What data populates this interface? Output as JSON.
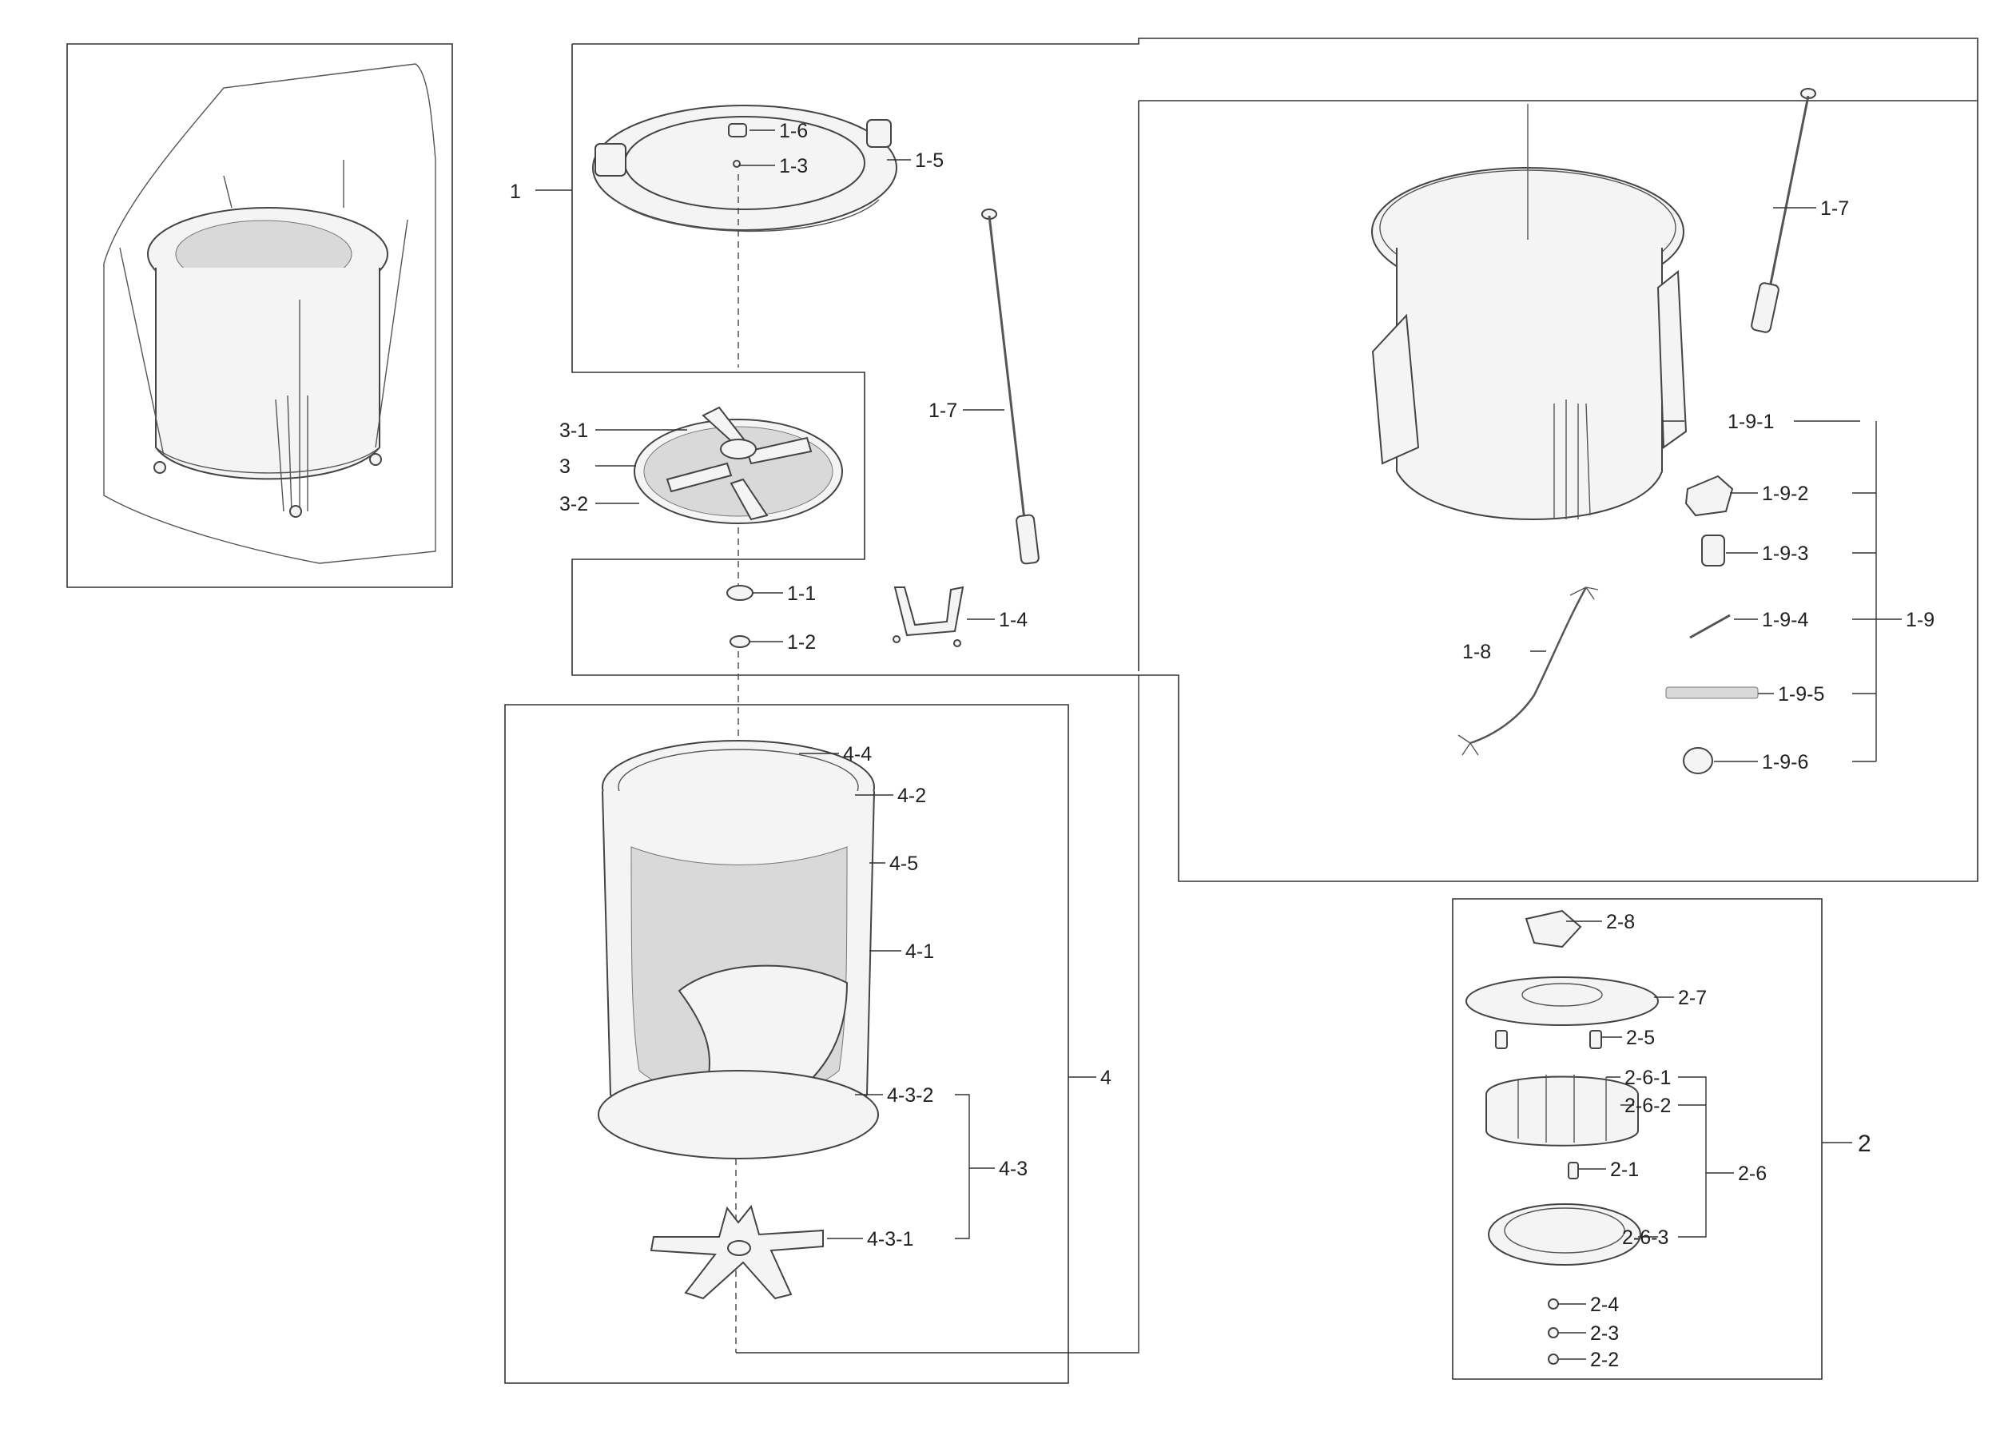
{
  "labels": {
    "p1": "1",
    "p1_1": "1-1",
    "p1_2": "1-2",
    "p1_3": "1-3",
    "p1_4": "1-4",
    "p1_5": "1-5",
    "p1_6": "1-6",
    "p1_7a": "1-7",
    "p1_7b": "1-7",
    "p1_8": "1-8",
    "p1_9": "1-9",
    "p1_9_1": "1-9-1",
    "p1_9_2": "1-9-2",
    "p1_9_3": "1-9-3",
    "p1_9_4": "1-9-4",
    "p1_9_5": "1-9-5",
    "p1_9_6": "1-9-6",
    "p2": "2",
    "p2_1": "2-1",
    "p2_2": "2-2",
    "p2_3": "2-3",
    "p2_4": "2-4",
    "p2_5": "2-5",
    "p2_6": "2-6",
    "p2_6_1": "2-6-1",
    "p2_6_2": "2-6-2",
    "p2_6_3": "2-6-3",
    "p2_7": "2-7",
    "p2_8": "2-8",
    "p3": "3",
    "p3_1": "3-1",
    "p3_2": "3-2",
    "p4": "4",
    "p4_1": "4-1",
    "p4_2": "4-2",
    "p4_3": "4-3",
    "p4_3_1": "4-3-1",
    "p4_3_2": "4-3-2",
    "p4_4": "4-4",
    "p4_5": "4-5"
  },
  "icons": {
    "overview": "washer-assembly-illustration",
    "cover": "tub-cover-ring",
    "pulsator": "pulsator-disc",
    "drum": "inner-basket-drum",
    "flange": "spin-flange",
    "outer_tub": "outer-tub",
    "motor": "motor-stator-rotor",
    "suspension_rod": "suspension-rod",
    "bracket": "mounting-bracket",
    "wire_harness": "wire-harness"
  }
}
